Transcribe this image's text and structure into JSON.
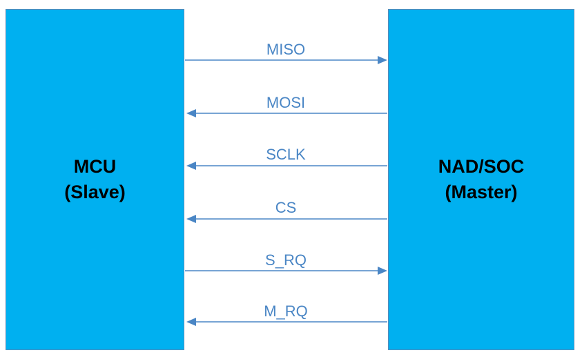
{
  "blocks": {
    "slave": {
      "name": "MCU",
      "role": "(Slave)"
    },
    "master": {
      "name": "NAD/SOC",
      "role": "(Master)"
    }
  },
  "signals": [
    {
      "label": "MISO",
      "direction": "slave-to-master"
    },
    {
      "label": "MOSI",
      "direction": "master-to-slave"
    },
    {
      "label": "SCLK",
      "direction": "master-to-slave"
    },
    {
      "label": "CS",
      "direction": "master-to-slave"
    },
    {
      "label": "S_RQ",
      "direction": "slave-to-master"
    },
    {
      "label": "M_RQ",
      "direction": "master-to-slave"
    }
  ],
  "colors": {
    "block_fill": "#00b0f0",
    "line": "#4a86c5",
    "text": "#000000"
  }
}
